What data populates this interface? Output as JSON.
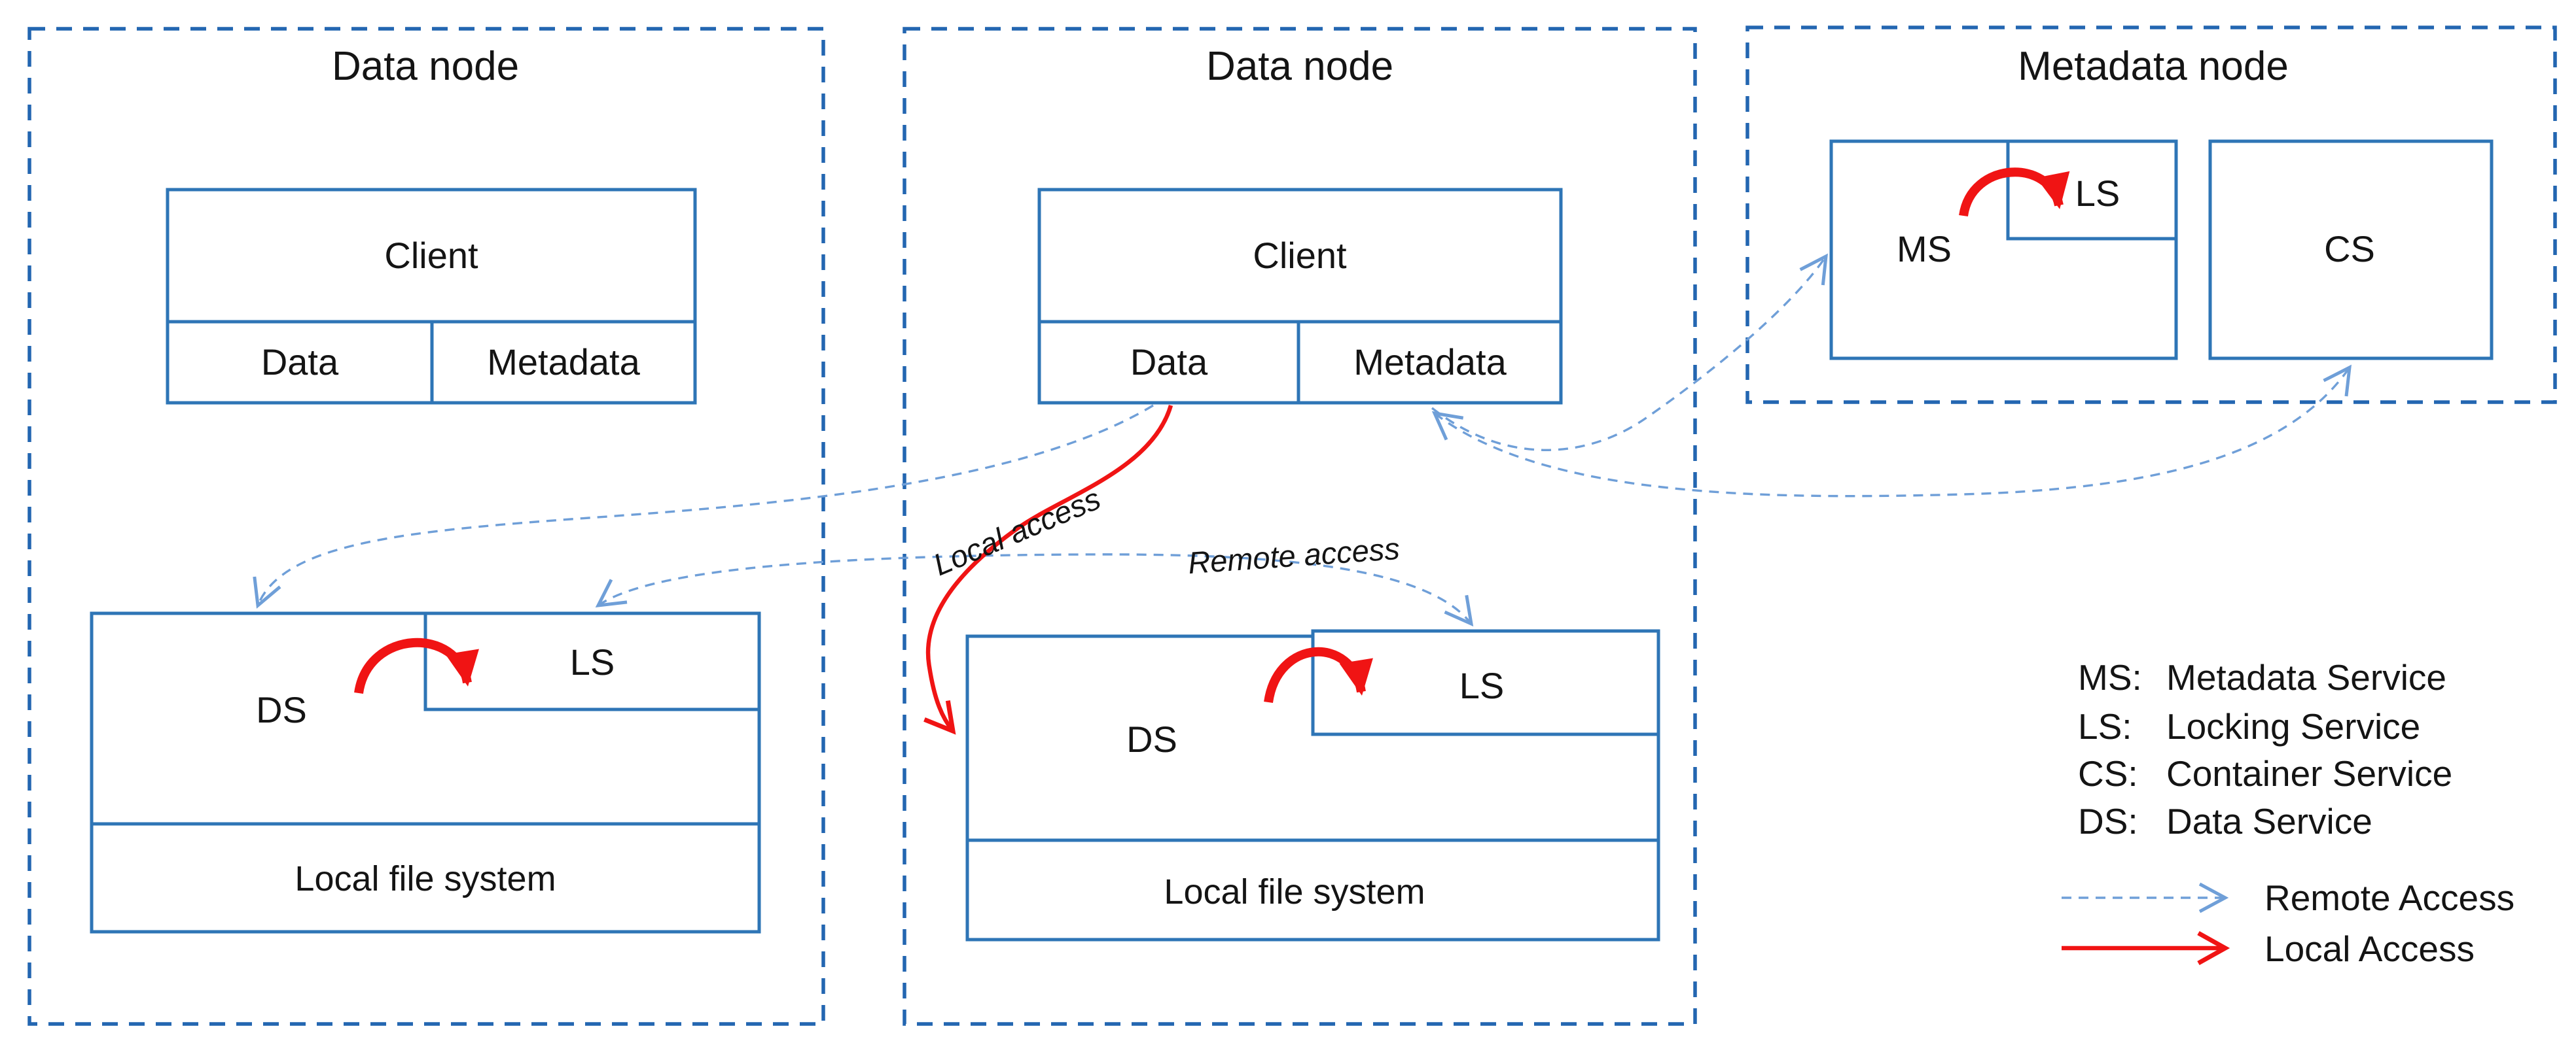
{
  "nodes": {
    "data_node_1": {
      "title": "Data node",
      "client": "Client",
      "data": "Data",
      "metadata": "Metadata",
      "ds": "DS",
      "ls": "LS",
      "lfs": "Local file system"
    },
    "data_node_2": {
      "title": "Data node",
      "client": "Client",
      "data": "Data",
      "metadata": "Metadata",
      "ds": "DS",
      "ls": "LS",
      "lfs": "Local file system"
    },
    "metadata_node": {
      "title": "Metadata node",
      "ms": "MS",
      "ls": "LS",
      "cs": "CS"
    }
  },
  "edge_labels": {
    "local_access": "Local access",
    "remote_access": "Remote access"
  },
  "legend": {
    "items": [
      {
        "abbr": "MS:",
        "name": "Metadata Service"
      },
      {
        "abbr": "LS:",
        "name": "Locking Service"
      },
      {
        "abbr": "CS:",
        "name": "Container Service"
      },
      {
        "abbr": "DS:",
        "name": "Data Service"
      }
    ],
    "remote_access": "Remote Access",
    "local_access": "Local Access"
  },
  "colors": {
    "box_border": "#2E75B6",
    "node_border": "#2366B1",
    "remote_arrow": "#6F9FD8",
    "local_arrow": "#F01414",
    "text": "#141414"
  }
}
